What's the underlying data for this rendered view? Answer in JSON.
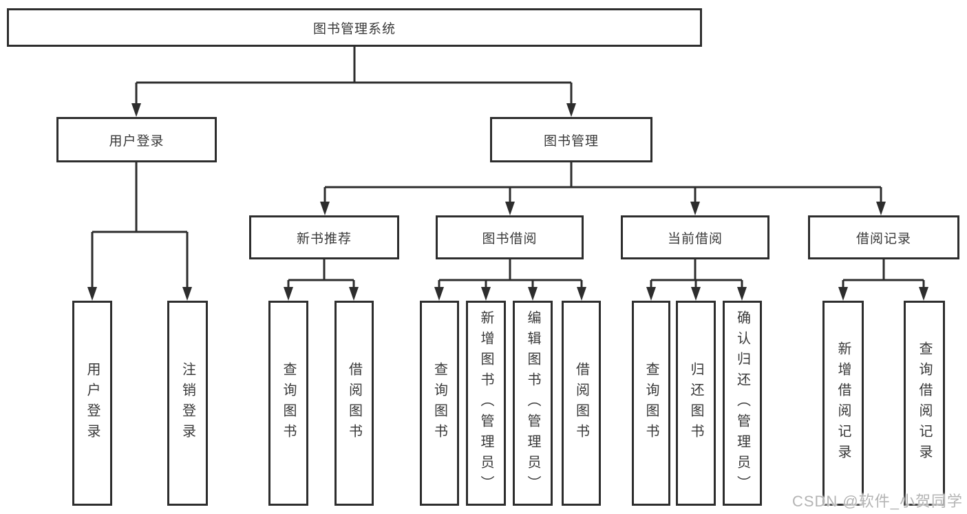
{
  "diagram": {
    "type": "tree",
    "colors": {
      "line": "#2d2d2d",
      "box_border": "#2d2d2d",
      "text": "#383838",
      "background": "#ffffff",
      "watermark_text": "#b4b4b4"
    },
    "watermark": "CSDN @软件_小贺同学",
    "nodes": {
      "root": {
        "label": "图书管理系统"
      },
      "user_login": {
        "label": "用户登录"
      },
      "book_mgmt": {
        "label": "图书管理"
      },
      "new_book_rec": {
        "label": "新书推荐"
      },
      "book_borrow": {
        "label": "图书借阅"
      },
      "current_borrow": {
        "label": "当前借阅"
      },
      "borrow_records": {
        "label": "借阅记录"
      },
      "leaf_user_login": {
        "label": "用户登录"
      },
      "leaf_logout": {
        "label": "注销登录"
      },
      "leaf_nbr_query": {
        "label": "查询图书"
      },
      "leaf_nbr_borrow": {
        "label": "借阅图书"
      },
      "leaf_bb_query": {
        "label": "查询图书"
      },
      "leaf_bb_add": {
        "label": "新增图书（管理员）"
      },
      "leaf_bb_edit": {
        "label": "编辑图书（管理员）"
      },
      "leaf_bb_borrow": {
        "label": "借阅图书"
      },
      "leaf_cb_query": {
        "label": "查询图书"
      },
      "leaf_cb_return": {
        "label": "归还图书"
      },
      "leaf_cb_confirm": {
        "label": "确认归还（管理员）"
      },
      "leaf_br_add": {
        "label": "新增借阅记录"
      },
      "leaf_br_query": {
        "label": "查询借阅记录"
      }
    },
    "edges": [
      "root->user_login",
      "root->book_mgmt",
      "user_login->leaf_user_login",
      "user_login->leaf_logout",
      "book_mgmt->new_book_rec",
      "book_mgmt->book_borrow",
      "book_mgmt->current_borrow",
      "book_mgmt->borrow_records",
      "new_book_rec->leaf_nbr_query",
      "new_book_rec->leaf_nbr_borrow",
      "book_borrow->leaf_bb_query",
      "book_borrow->leaf_bb_add",
      "book_borrow->leaf_bb_edit",
      "book_borrow->leaf_bb_borrow",
      "current_borrow->leaf_cb_query",
      "current_borrow->leaf_cb_return",
      "current_borrow->leaf_cb_confirm",
      "borrow_records->leaf_br_add",
      "borrow_records->leaf_br_query"
    ]
  }
}
